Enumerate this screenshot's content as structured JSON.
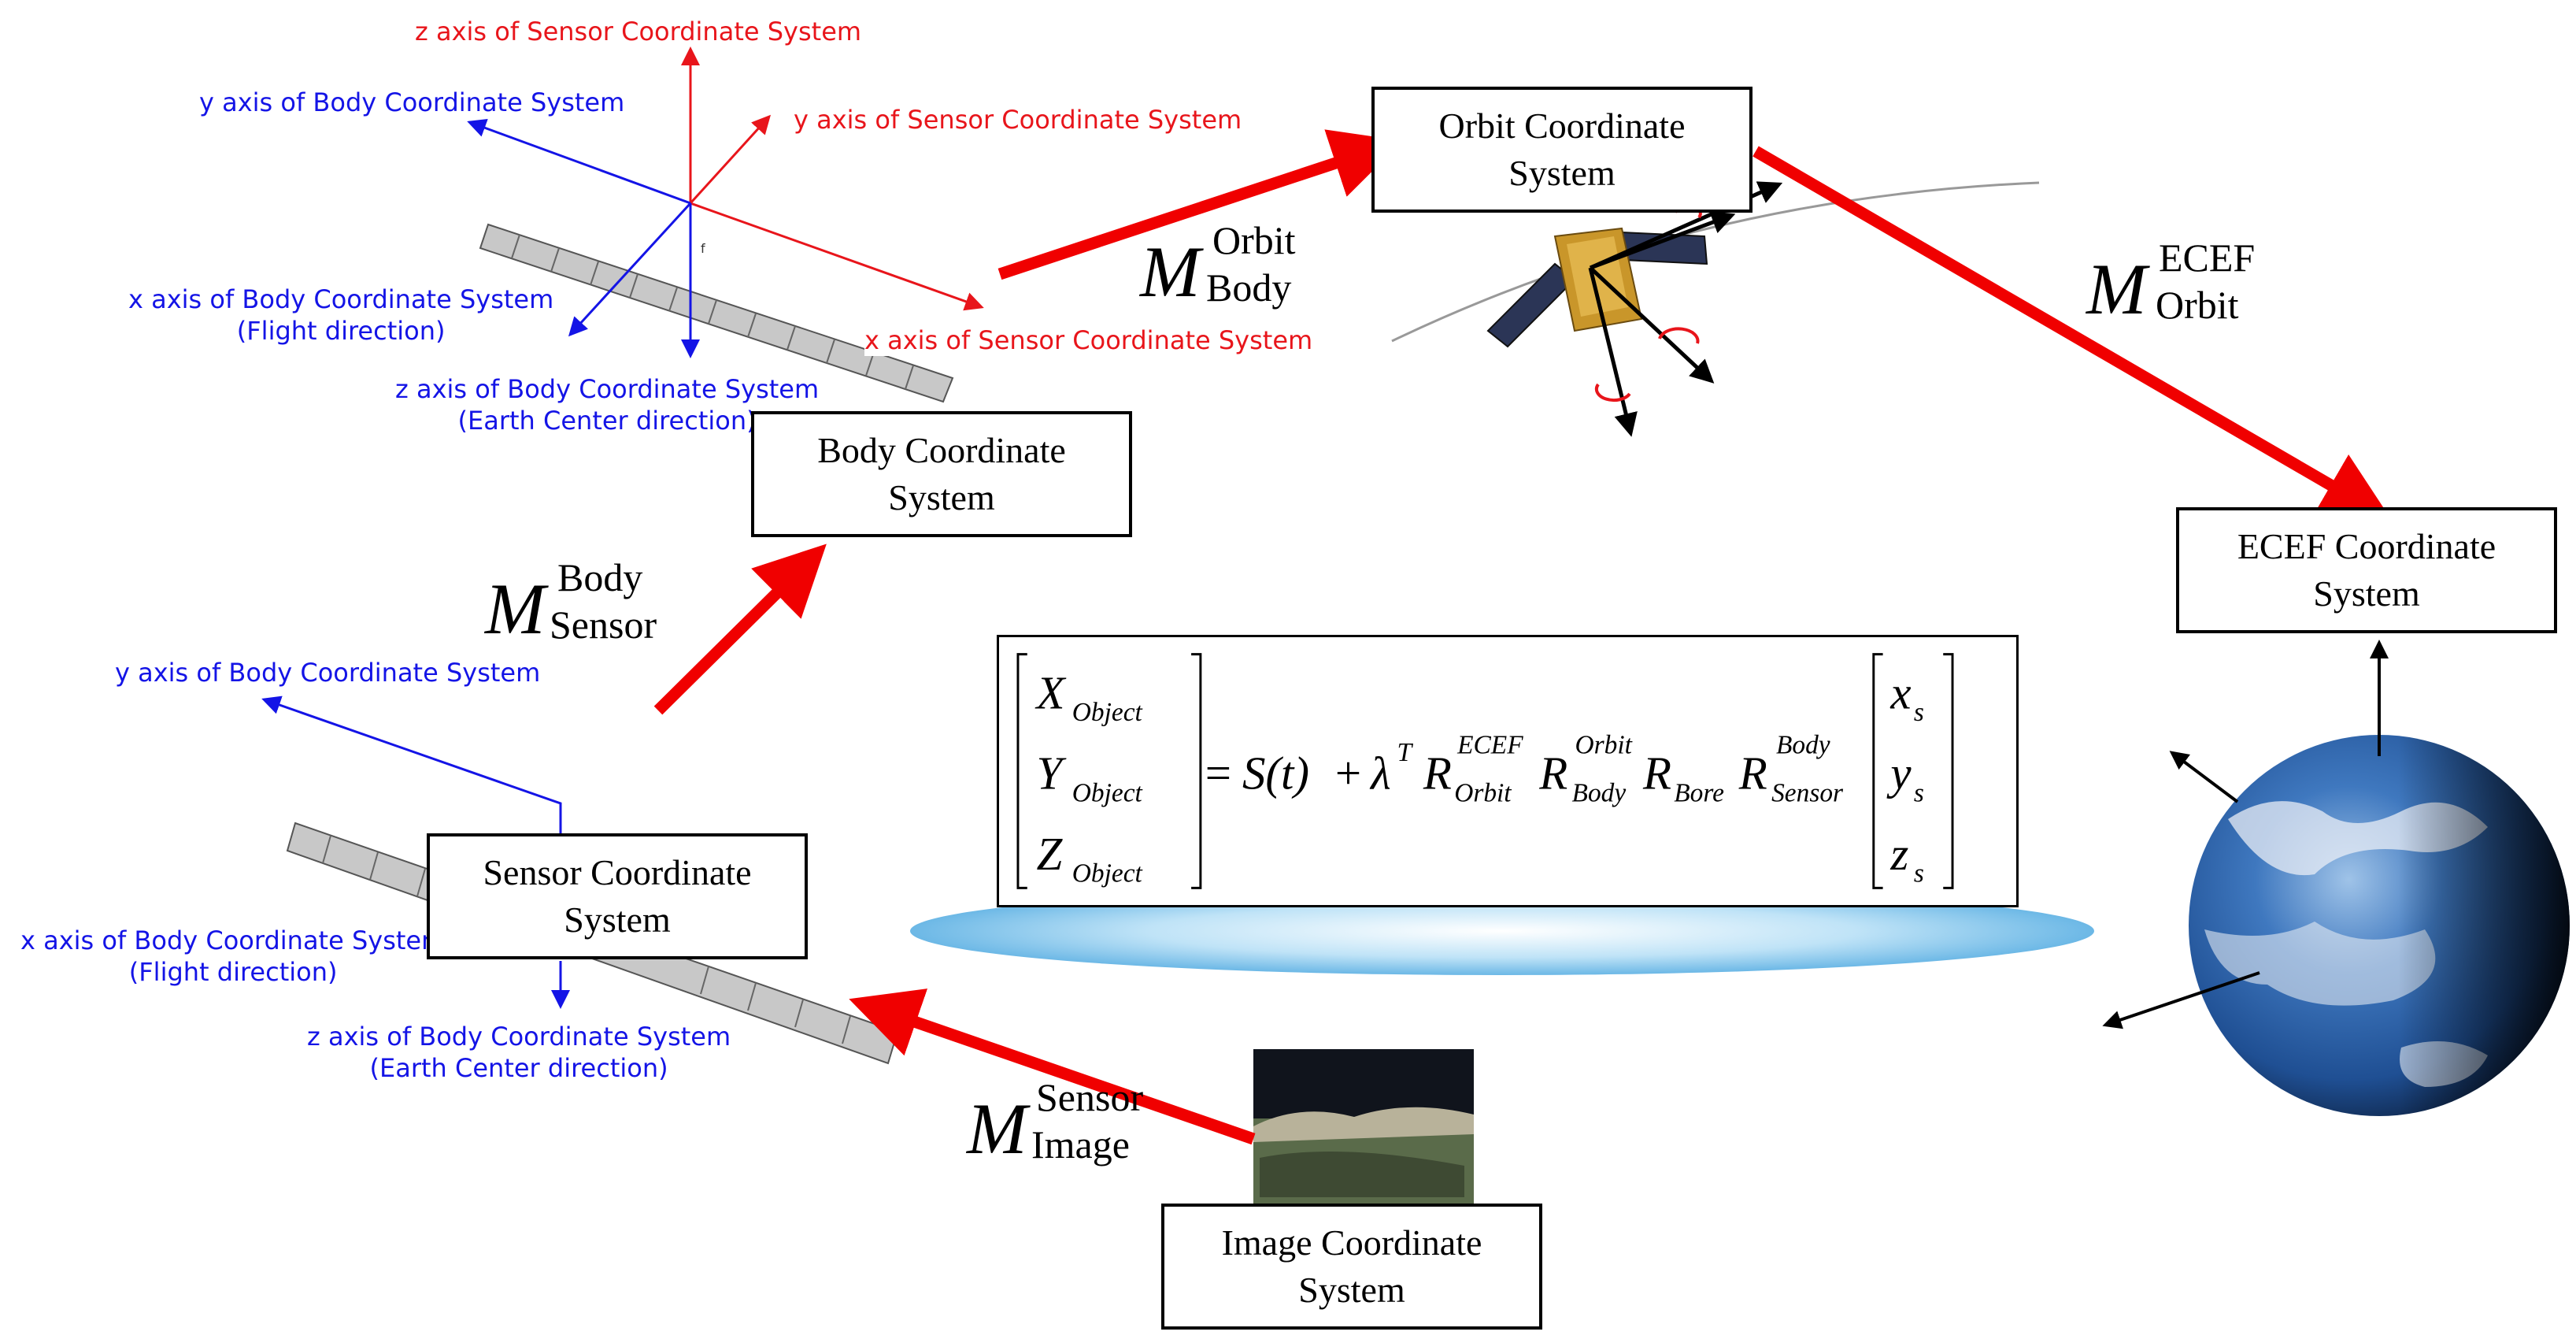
{
  "boxes": {
    "body": [
      "Body Coordinate",
      "System"
    ],
    "orbit": [
      "Orbit Coordinate",
      "System"
    ],
    "ecef": [
      "ECEF Coordinate",
      "System"
    ],
    "sensor": [
      "Sensor Coordinate",
      "System"
    ],
    "image": [
      "Image Coordinate",
      "System"
    ]
  },
  "top_axes": {
    "z_sensor": "z axis of Sensor Coordinate System",
    "y_body": "y axis of Body Coordinate System",
    "y_sensor": "y axis of Sensor Coordinate System",
    "x_body": "x axis of Body Coordinate System",
    "x_body_note": "(Flight direction)",
    "x_sensor": "x axis of Sensor Coordinate System",
    "z_body": "z axis of Body Coordinate System",
    "z_body_note": "(Earth Center direction)",
    "f_label": "f"
  },
  "bottom_axes": {
    "y_body": "y axis of Body Coordinate System",
    "x_body": "x axis of Body Coordinate System",
    "x_body_note": "(Flight direction)",
    "z_body": "z axis of Body Coordinate System",
    "z_body_note": "(Earth Center direction)"
  },
  "matrices": {
    "body_sensor": {
      "base": "M",
      "sup": "Body",
      "sub": "Sensor"
    },
    "orbit_body": {
      "base": "M",
      "sup": "Orbit",
      "sub": "Body"
    },
    "ecef_orbit": {
      "base": "M",
      "sup": "ECEF",
      "sub": "Orbit"
    },
    "sensor_image": {
      "base": "M",
      "sup": "Sensor",
      "sub": "Image"
    }
  },
  "equation": {
    "lhs": [
      {
        "v": "X",
        "s": "Object"
      },
      {
        "v": "Y",
        "s": "Object"
      },
      {
        "v": "Z",
        "s": "Object"
      }
    ],
    "eq": "=",
    "s_term": "S(t)",
    "plus": "+",
    "lambda": "λ",
    "lambda_sup": "T",
    "rotations": [
      {
        "base": "R",
        "sup": "ECEF",
        "sub": "Orbit"
      },
      {
        "base": "R",
        "sup": "Orbit",
        "sub": "Body"
      },
      {
        "base": "R",
        "sup": "",
        "sub": "Bore"
      },
      {
        "base": "R",
        "sup": "Body",
        "sub": "Sensor"
      }
    ],
    "rhs": [
      {
        "v": "x",
        "s": "s"
      },
      {
        "v": "y",
        "s": "s"
      },
      {
        "v": "z",
        "s": "s"
      }
    ]
  },
  "colors": {
    "flow_arrow": "#f00000",
    "sensor_axis": "#e8151b",
    "body_axis": "#1414e6"
  }
}
